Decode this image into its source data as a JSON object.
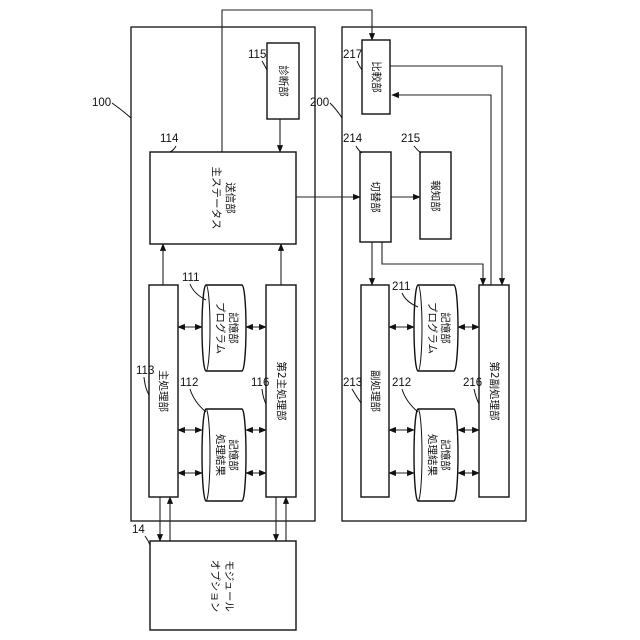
{
  "refs": {
    "r100": "100",
    "r200": "200",
    "r114": "114",
    "r115": "115",
    "r111": "111",
    "r112": "112",
    "r113": "113",
    "r116": "116",
    "r14": "14",
    "r214": "214",
    "r215": "215",
    "r217": "217",
    "r211": "211",
    "r212": "212",
    "r213": "213",
    "r216": "216"
  },
  "blocks": {
    "shindan": "診断部",
    "main_status_1": "主ステータス",
    "main_status_2": "送信部",
    "main_proc": "主処理部",
    "second_main_proc": "第2主処理部",
    "option_1": "オプション",
    "option_2": "モジュール",
    "hikaku": "比較部",
    "kirikae": "切替部",
    "houchi": "報知部",
    "sub_proc": "副処理部",
    "second_sub_proc": "第2副処理部"
  },
  "storage": {
    "program_1": "プログラム",
    "program_2": "記憶部",
    "result_1": "処理結果",
    "result_2": "記憶部"
  }
}
